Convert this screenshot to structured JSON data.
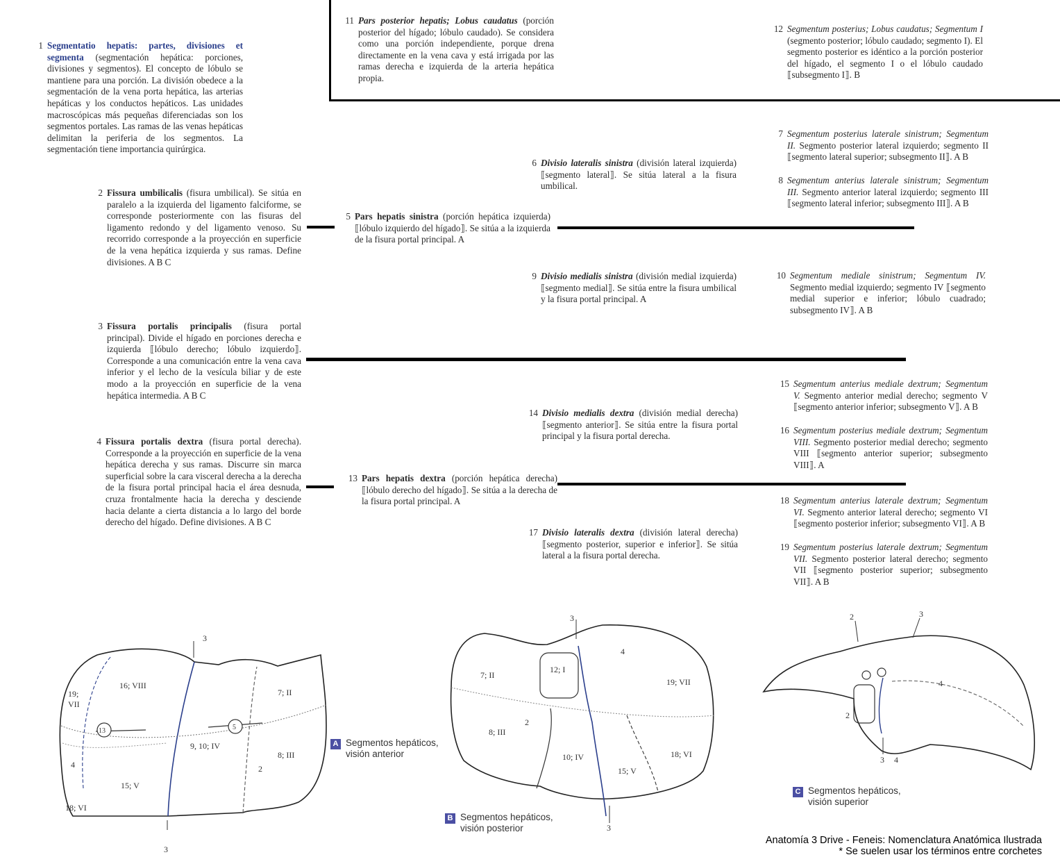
{
  "entries": {
    "e1": {
      "num": "1",
      "term": "Segmentatio hepatis: partes, divisiones et segmenta",
      "text": " (segmentación hepática: porciones, divisiones y segmentos). El concepto de lóbulo se mantiene para una porción. La división obedece a la segmentación de la vena porta hepática, las arterias hepáticas y los conductos hepáticos. Las unidades macroscópicas más pequeñas diferenciadas son los segmentos portales. Las ramas de las venas hepáticas delimitan la periferia de los segmentos. La segmentación tiene importancia quirúrgica."
    },
    "e2": {
      "num": "2",
      "term": "Fissura umbilicalis",
      "text": " (fisura umbilical). Se sitúa en paralelo a la izquierda del ligamento falciforme, se corresponde posteriormente con las fisuras del ligamento redondo y del ligamento venoso. Su recorrido corresponde a la proyección en superficie de la vena hepática izquierda y sus ramas. Define divisiones. A B C"
    },
    "e3": {
      "num": "3",
      "term": "Fissura portalis principalis",
      "text": " (fisura portal principal). Divide el hígado en porciones derecha e izquierda ⟦lóbulo derecho; lóbulo izquierdo⟧. Corresponde a una comunicación entre la vena cava inferior y el lecho de la vesícula biliar y de este modo a la proyección en superficie de la vena hepática intermedia. A B C"
    },
    "e4": {
      "num": "4",
      "term": "Fissura portalis dextra",
      "text": " (fisura portal derecha). Corresponde a la proyección en superficie de la vena hepática derecha y sus ramas. Discurre sin marca superficial sobre la cara visceral derecha a la derecha de la fisura portal principal hacia el área desnuda, cruza frontalmente hacia la derecha y desciende hacia delante a cierta distancia a lo largo del borde derecho del hígado. Define divisiones. A B C"
    },
    "e5": {
      "num": "5",
      "term": "Pars hepatis sinistra",
      "text": " (porción hepática izquierda) ⟦lóbulo izquierdo del hígado⟧. Se sitúa a la izquierda de la fisura portal principal. A"
    },
    "e6": {
      "num": "6",
      "term": "Divisio lateralis sinistra",
      "text": " (división lateral izquierda) ⟦segmento lateral⟧. Se sitúa lateral a la fisura umbilical."
    },
    "e7": {
      "num": "7",
      "term": "Segmentum posterius laterale sinistrum; Segmentum II.",
      "text": " Segmento posterior lateral izquierdo; segmento II ⟦segmento lateral superior; subsegmento II⟧. A B"
    },
    "e8": {
      "num": "8",
      "term": "Segmentum anterius laterale sinistrum; Segmentum III.",
      "text": " Segmento anterior lateral izquierdo; segmento III ⟦segmento lateral inferior; subsegmento III⟧. A B"
    },
    "e9": {
      "num": "9",
      "term": "Divisio medialis sinistra",
      "text": " (división medial izquierda) ⟦segmento medial⟧. Se sitúa entre la fisura umbilical y la fisura portal principal. A"
    },
    "e10": {
      "num": "10",
      "term": "Segmentum mediale sinistrum; Segmentum IV.",
      "text": " Segmento medial izquierdo; segmento IV ⟦segmento medial superior e inferior; lóbulo cuadrado; subsegmento IV⟧. A B"
    },
    "e11": {
      "num": "11",
      "term": "Pars posterior hepatis; Lobus caudatus",
      "text": " (porción posterior del hígado; lóbulo caudado). Se considera como una porción independiente, porque drena directamente en la vena cava y está irrigada por las ramas derecha e izquierda de la arteria hepática propia."
    },
    "e12": {
      "num": "12",
      "term": "Segmentum posterius; Lobus caudatus; Segmentum I",
      "text": " (segmento posterior; lóbulo caudado; segmento I). El segmento posterior es idéntico a la porción posterior del hígado, el segmento I o el lóbulo caudado ⟦subsegmento I⟧. B"
    },
    "e13": {
      "num": "13",
      "term": "Pars hepatis dextra",
      "text": " (porción hepática derecha) ⟦lóbulo derecho del hígado⟧. Se sitúa a la derecha de la fisura portal principal. A"
    },
    "e14": {
      "num": "14",
      "term": "Divisio medialis dextra",
      "text": " (división medial derecha) ⟦segmento anterior⟧. Se sitúa entre la fisura portal principal y la fisura portal derecha."
    },
    "e15": {
      "num": "15",
      "term": "Segmentum anterius mediale dextrum; Segmentum V.",
      "text": " Segmento anterior medial derecho; segmento V ⟦segmento anterior inferior; subsegmento V⟧. A B"
    },
    "e16": {
      "num": "16",
      "term": "Segmentum posterius mediale dextrum; Segmentum VIII.",
      "text": " Segmento posterior medial derecho; segmento VIII ⟦segmento anterior superior; subsegmento VIII⟧. A"
    },
    "e17": {
      "num": "17",
      "term": "Divisio lateralis dextra",
      "text": " (división lateral derecha) ⟦segmento posterior, superior e inferior⟧. Se sitúa lateral a la fisura portal derecha."
    },
    "e18": {
      "num": "18",
      "term": "Segmentum anterius laterale dextrum; Segmentum VI.",
      "text": " Segmento anterior lateral derecho; segmento VI ⟦segmento posterior inferior; subsegmento VI⟧. A B"
    },
    "e19": {
      "num": "19",
      "term": "Segmentum posterius laterale dextrum; Segmentum VII.",
      "text": " Segmento posterior lateral derecho; segmento VII ⟦segmento posterior superior; subsegmento VII⟧. A B"
    }
  },
  "figA": {
    "badge": "A",
    "caption1": "Segmentos hepáticos,",
    "caption2": "visión anterior",
    "labels": {
      "seg8": "16; VIII",
      "seg7": "19;",
      "seg7b": "VII",
      "seg2": "7; II",
      "seg4": "9, 10; IV",
      "seg3": "8; III",
      "seg5": "15; V",
      "seg6": "18; VI",
      "n13": "13",
      "n5": "5",
      "n3top": "3",
      "n3bot": "3",
      "n4": "4",
      "n2": "2"
    }
  },
  "figB": {
    "badge": "B",
    "caption1": "Segmentos hepáticos,",
    "caption2": "visión posterior",
    "labels": {
      "seg2": "7; II",
      "seg1": "12; I",
      "seg7": "19; VII",
      "seg3": "8; III",
      "seg4": "10; IV",
      "seg6": "18; VI",
      "seg5": "15; V",
      "n3top": "3",
      "n3bot": "3",
      "n2": "2",
      "n4": "4"
    }
  },
  "figC": {
    "badge": "C",
    "caption1": "Segmentos hepáticos,",
    "caption2": "visión superior",
    "labels": {
      "n2top": "2",
      "n3top": "3",
      "n4right": "4",
      "n2left": "2",
      "n3bot": "3",
      "n4bot": "4"
    }
  },
  "footer": {
    "line1": "Anatomía 3 Drive - Feneis: Nomenclatura Anatómica Ilustrada",
    "line2": "* Se suelen usar los términos entre corchetes"
  }
}
